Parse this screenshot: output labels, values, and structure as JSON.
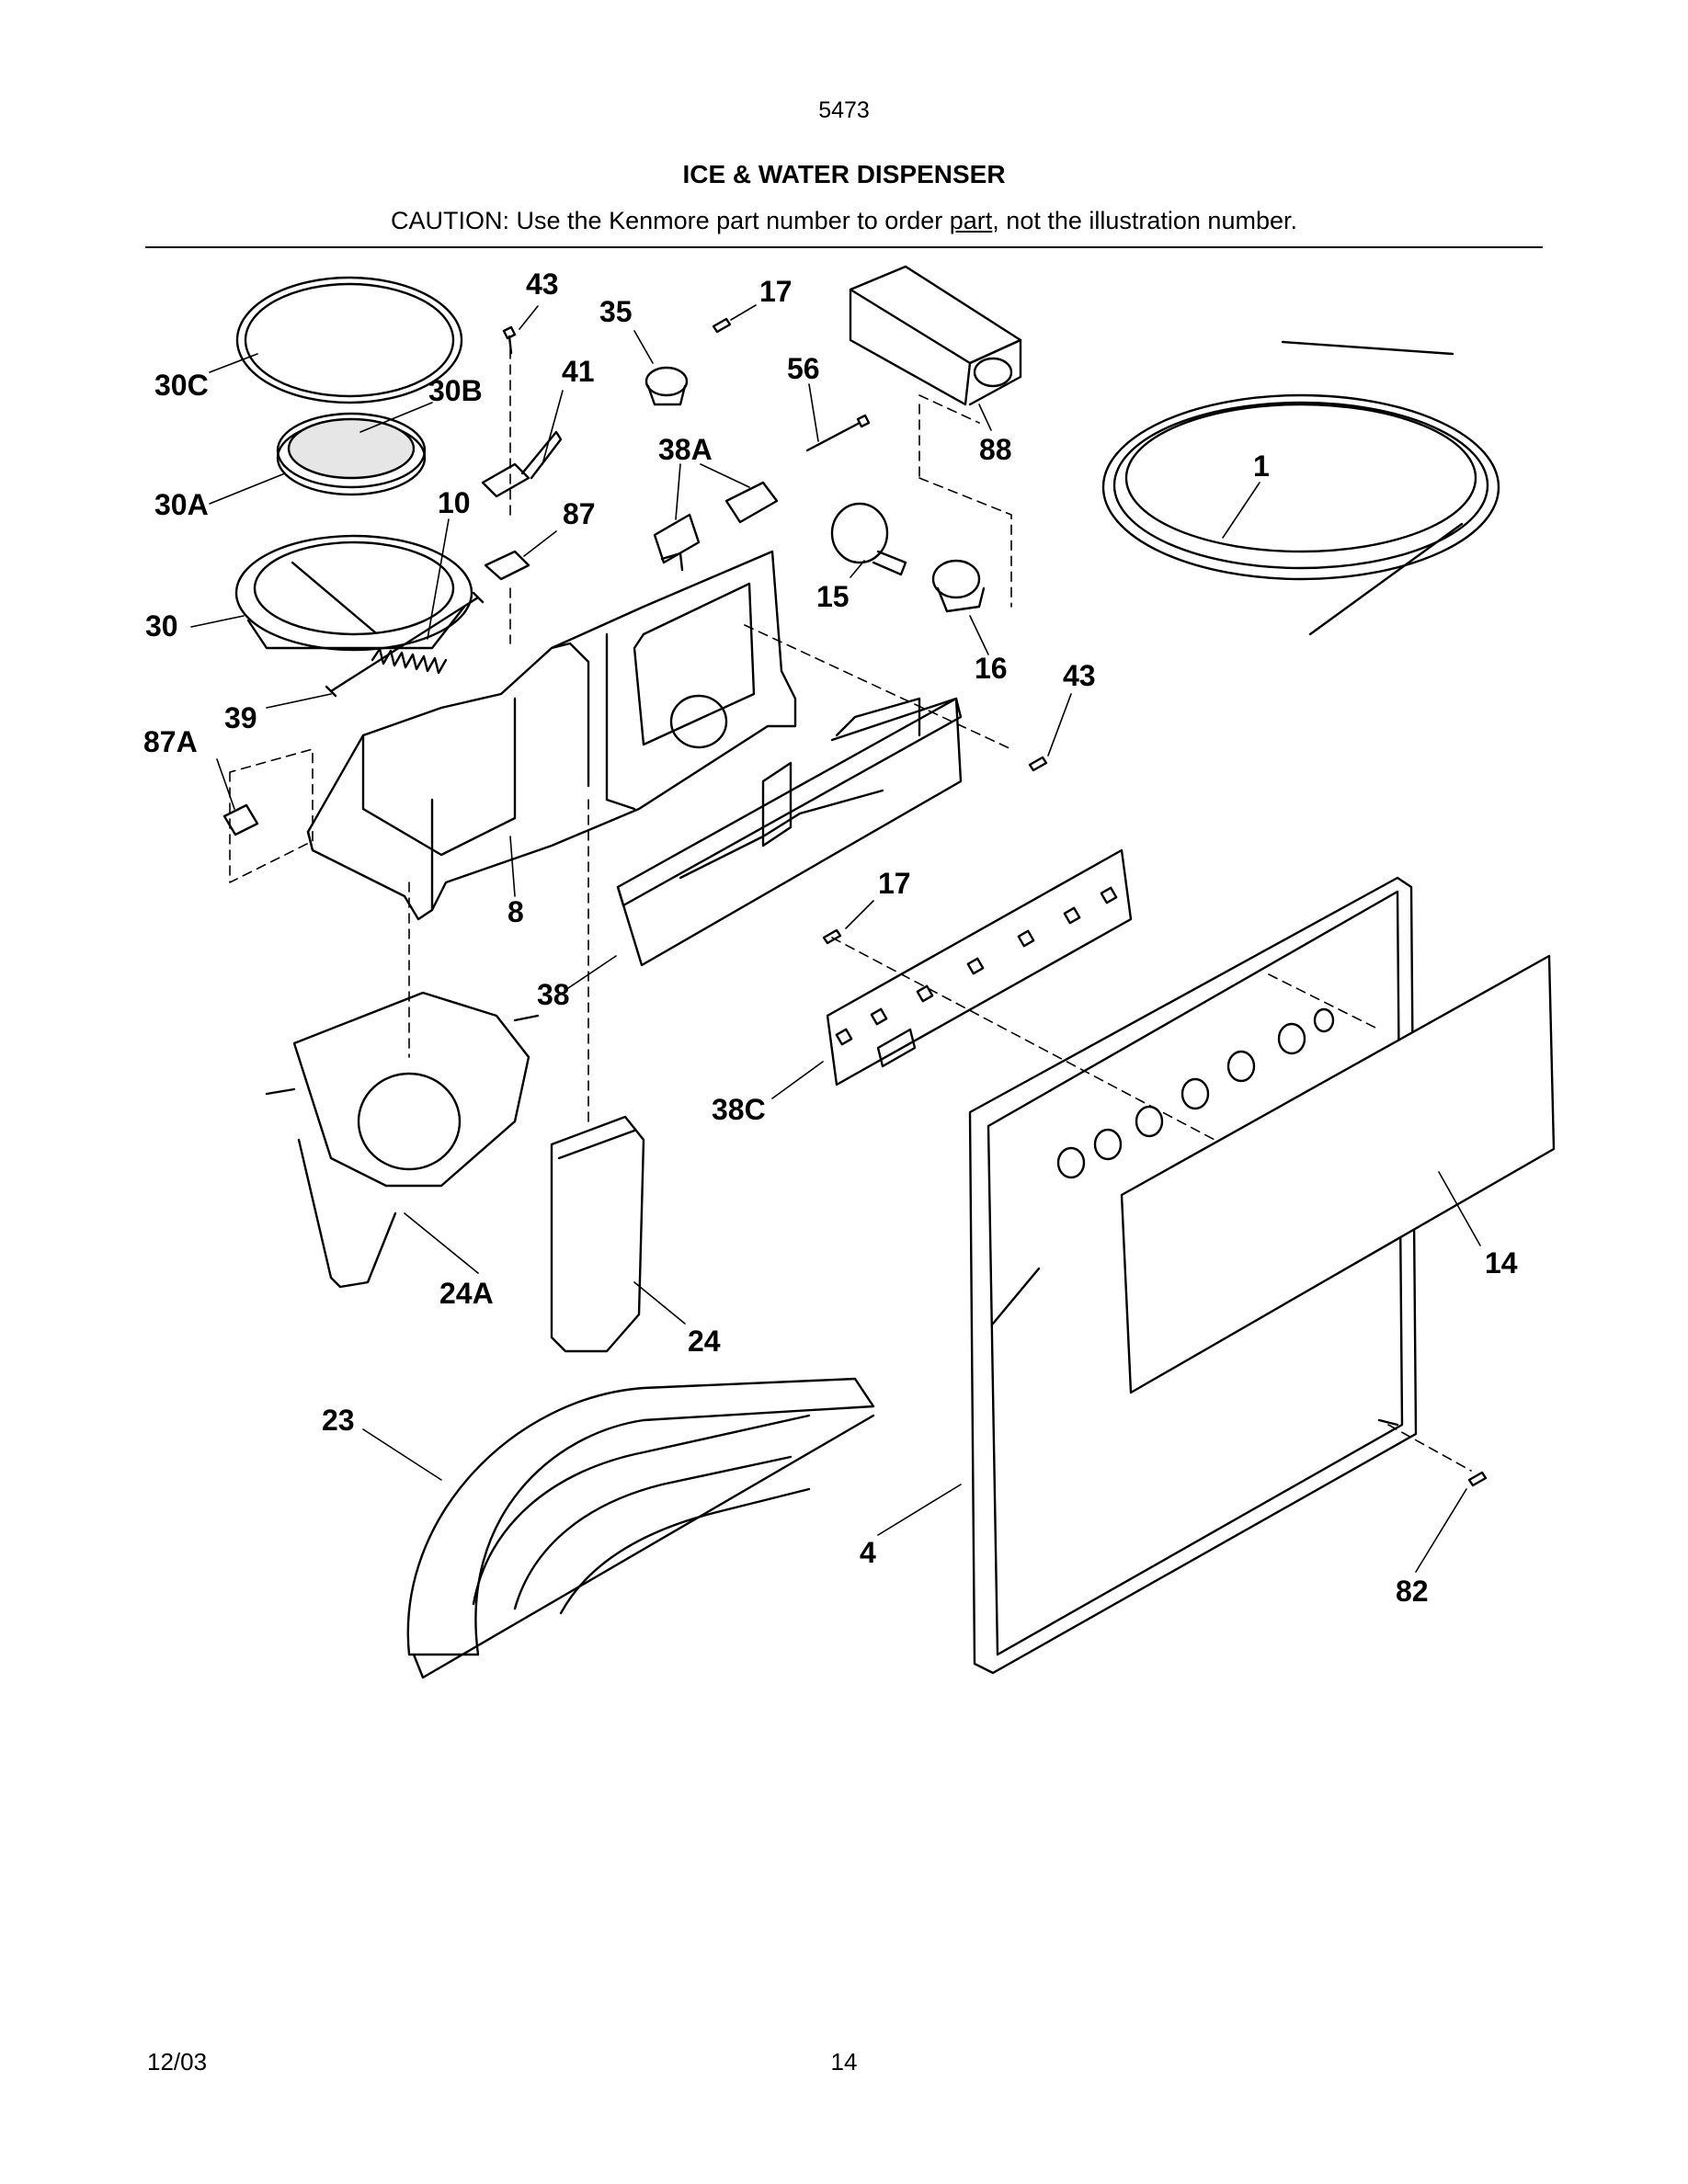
{
  "header": {
    "model_number": "5473",
    "title": "ICE & WATER DISPENSER",
    "caution_before": "CAUTION: Use the Kenmore part number to order ",
    "caution_underlined": "part",
    "caution_after": ", not the illustration number."
  },
  "callouts": {
    "c30C": "30C",
    "c30B": "30B",
    "c30A": "30A",
    "c30": "30",
    "c39": "39",
    "c87A": "87A",
    "c43_top": "43",
    "c35": "35",
    "c17_top": "17",
    "c41": "41",
    "c56": "56",
    "c88": "88",
    "c1": "1",
    "c38A": "38A",
    "c10": "10",
    "c87": "87",
    "c15": "15",
    "c16": "16",
    "c43_right": "43",
    "c8": "8",
    "c17_mid": "17",
    "c38": "38",
    "c38C": "38C",
    "c24A": "24A",
    "c24": "24",
    "c14": "14",
    "c23": "23",
    "c4": "4",
    "c82": "82"
  },
  "footer": {
    "date": "12/03",
    "page_number": "14"
  }
}
